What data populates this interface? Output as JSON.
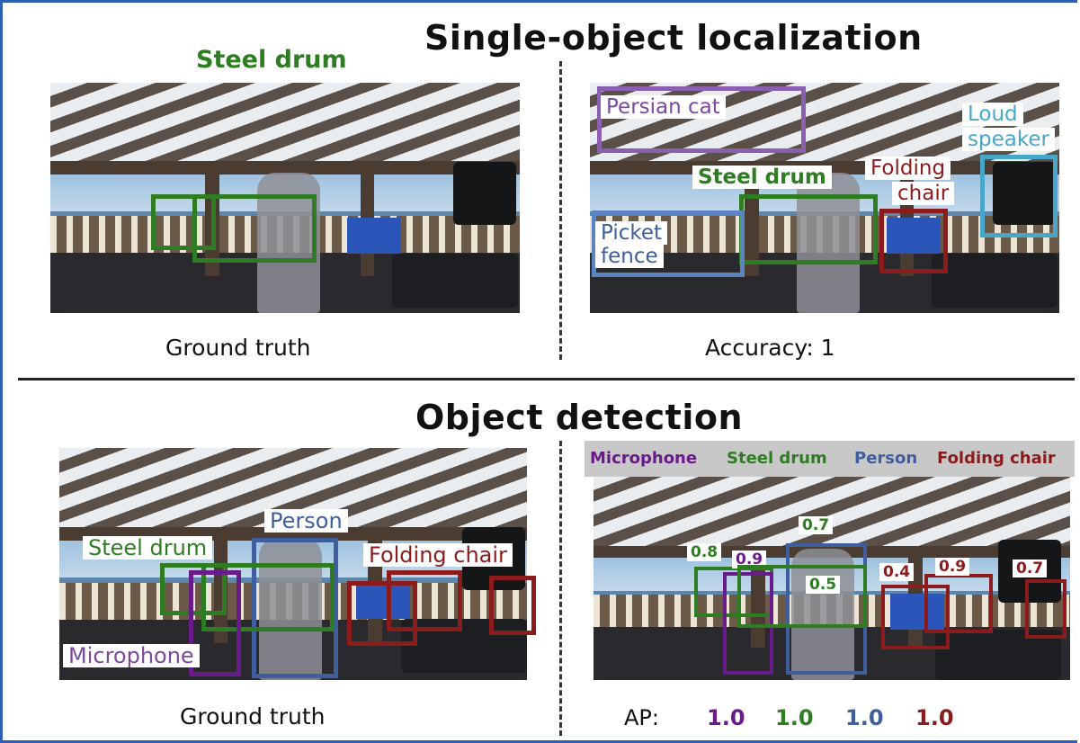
{
  "colors": {
    "green": "#2e7d23",
    "purple": "#7b4a9e",
    "dark_purple": "#6a1b8a",
    "blue": "#3f5e9e",
    "light_blue": "#4aa6c8",
    "red": "#8c1c1c",
    "border": "#2f5fb3"
  },
  "top": {
    "title": "Single-object localization",
    "left": {
      "label": "Steel drum",
      "caption": "Ground truth"
    },
    "right": {
      "labels": {
        "persian_cat": "Persian cat",
        "loud_speaker_1": "Loud",
        "loud_speaker_2": "speaker",
        "steel_drum": "Steel drum",
        "folding_chair_1": "Folding",
        "folding_chair_2": "chair",
        "picket_fence_1": "Picket",
        "picket_fence_2": "fence"
      },
      "caption": "Accuracy: 1"
    }
  },
  "bottom": {
    "title": "Object detection",
    "left": {
      "labels": {
        "person": "Person",
        "steel_drum": "Steel drum",
        "folding_chair": "Folding chair",
        "microphone": "Microphone"
      },
      "caption": "Ground truth"
    },
    "right": {
      "legend": [
        "Microphone",
        "Steel drum",
        "Person",
        "Folding chair"
      ],
      "scores": {
        "person": "0.7",
        "steel_drum_1": "0.8",
        "microphone": "0.9",
        "steel_drum_2": "0.5",
        "chair_1": "0.4",
        "chair_2": "0.9",
        "chair_3": "0.7"
      },
      "ap_label": "AP:",
      "ap_values": [
        "1.0",
        "1.0",
        "1.0",
        "1.0"
      ]
    }
  }
}
